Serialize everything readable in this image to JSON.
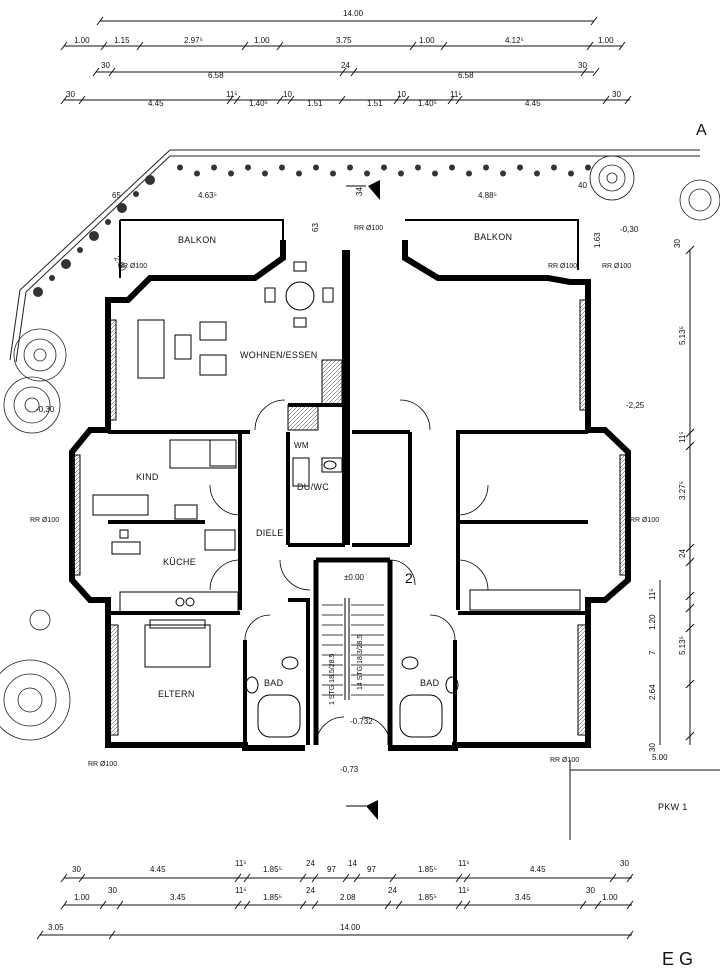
{
  "dims_top": {
    "row1": [
      "14.00"
    ],
    "row2": [
      "1.00",
      "1.15",
      "2.97⁵",
      "1.00",
      "3.75",
      "1.00",
      "4.12⁵",
      "1.00"
    ],
    "row3": [
      "30",
      "6.58",
      "24",
      "6.58",
      "30"
    ],
    "row4": [
      "30",
      "4.45",
      "11⁵",
      "1.40⁵",
      "10",
      "1.51",
      "1.51",
      "10",
      "1.40⁵",
      "11⁵",
      "4.45",
      "30"
    ]
  },
  "dims_bottom": {
    "row1": [
      "30",
      "4.45",
      "11⁵",
      "1.85⁵",
      "24",
      "97",
      "14",
      "97",
      "1.85⁵",
      "11⁵",
      "4.45",
      "30"
    ],
    "row2": [
      "1.00",
      "30",
      "3.45",
      "11⁵",
      "1.85⁵",
      "24",
      "2.08",
      "24",
      "1.85⁵",
      "11⁵",
      "3.45",
      "30",
      "1.00"
    ],
    "row3": [
      "3.05",
      "14.00"
    ]
  },
  "dims_side": {
    "top_left": [
      "65",
      "4.63⁵",
      "2.00"
    ],
    "top_right": [
      "4.88⁵",
      "40",
      "1.63",
      "30"
    ],
    "right_col": [
      "5.13⁵",
      "11⁵",
      "3.27⁵",
      "24",
      "11⁵",
      "1.20",
      "7",
      "5.13⁵",
      "2.64",
      "30"
    ],
    "mid": [
      "63",
      "34"
    ]
  },
  "rooms": {
    "balkon_left": "BALKON",
    "balkon_right": "BALKON",
    "wohnen": "WOHNEN/ESSEN",
    "kind": "KIND",
    "kuche": "KÜCHE",
    "diele": "DIELE",
    "wm": "WM",
    "duwc": "DU/WC",
    "eltern": "ELTERN",
    "bad_left": "BAD",
    "bad_right": "BAD",
    "pkw": "PKW 1",
    "stair_no": "2"
  },
  "levels": {
    "entrance": "±0.00",
    "outer_tl": "-0,30",
    "outer_tr": "-0,30",
    "outer_r": "-2,25",
    "step": "-0.732",
    "outer_b": "-0,73",
    "right_b": "5.00"
  },
  "pipes": [
    "RR Ø100",
    "RR Ø100",
    "RR Ø100",
    "RR Ø100",
    "RR Ø100",
    "RR Ø100",
    "RR Ø100",
    "RR Ø100"
  ],
  "stairs": {
    "left": "1 STG 18.5/28.5",
    "right": "14 STG 18.3/28.5"
  },
  "corner_marks": {
    "top_right": "A",
    "bottom_right": "E G"
  }
}
